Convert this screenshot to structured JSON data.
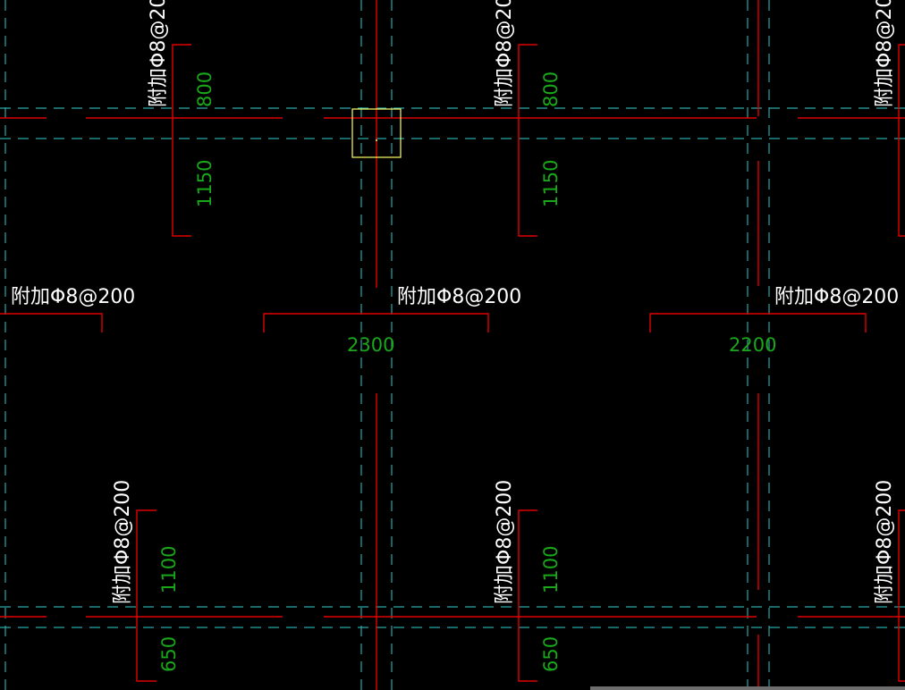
{
  "drawing": {
    "background": "#000000",
    "colors": {
      "rebar_line": "#e00000",
      "beam_edge_dashed": "#2aa6a6",
      "label_text": "#ffffff",
      "dimension_text": "#19a819",
      "cursor_box": "#ffff66"
    },
    "labels": {
      "additional_rebar": "附加Φ8@200"
    },
    "dimensions": {
      "d800": "800",
      "d1150": "1150",
      "d1100": "1100",
      "d650": "650",
      "d2300": "2300",
      "d2200": "2200"
    }
  }
}
